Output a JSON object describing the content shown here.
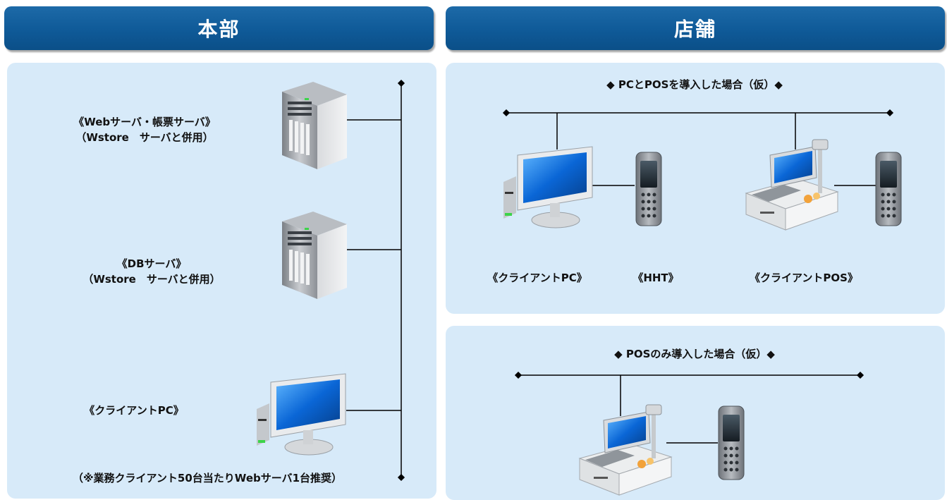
{
  "headquarters": {
    "title": "本部",
    "server_web": {
      "line1": "《Webサーバ・帳票サーバ》",
      "line2": "（Wstore　サーバと併用）"
    },
    "server_db": {
      "line1": "《DBサーバ》",
      "line2": "（Wstore　サーバと併用）"
    },
    "client_pc": "《クライアントPC》",
    "note": "（※業務クライアント50台当たりWebサーバ1台推奨）"
  },
  "store": {
    "title": "店舗",
    "case1": {
      "title": "◆ PCとPOSを導入した場合（仮）◆",
      "client_pc": "《クライアントPC》",
      "hht": "《HHT》",
      "client_pos": "《クライアントPOS》"
    },
    "case2": {
      "title": "◆ POSのみ導入した場合（仮）◆"
    }
  },
  "colors": {
    "header": "#0f5a98",
    "panel": "#d7eaf9",
    "line": "#000000"
  }
}
